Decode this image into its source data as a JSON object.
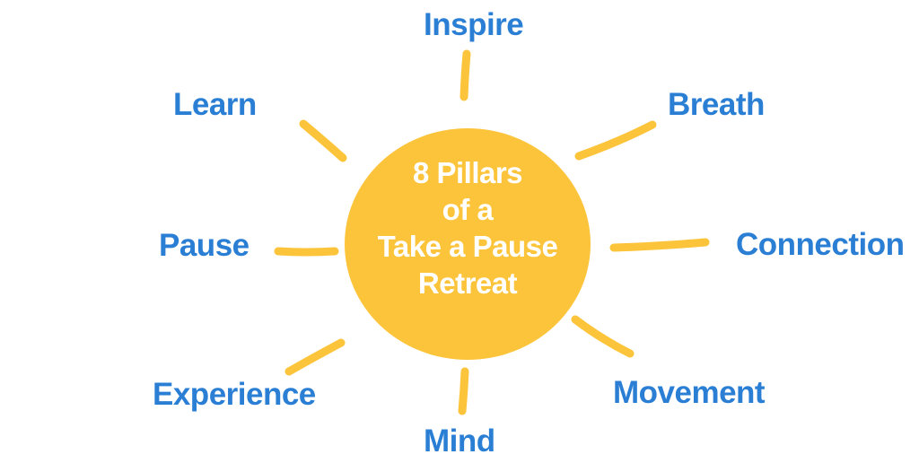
{
  "center": {
    "lines": [
      "8 Pillars",
      "of a",
      "Take a Pause",
      "Retreat"
    ]
  },
  "pillars": [
    {
      "label": "Inspire"
    },
    {
      "label": "Breath"
    },
    {
      "label": "Connection"
    },
    {
      "label": "Movement"
    },
    {
      "label": "Mind"
    },
    {
      "label": "Experience"
    },
    {
      "label": "Pause"
    },
    {
      "label": "Learn"
    }
  ],
  "colors": {
    "sun": "#fcc43a",
    "ray": "#fcc43a",
    "label": "#2a7fd4",
    "center_text": "#ffffff",
    "background": "#ffffff"
  }
}
